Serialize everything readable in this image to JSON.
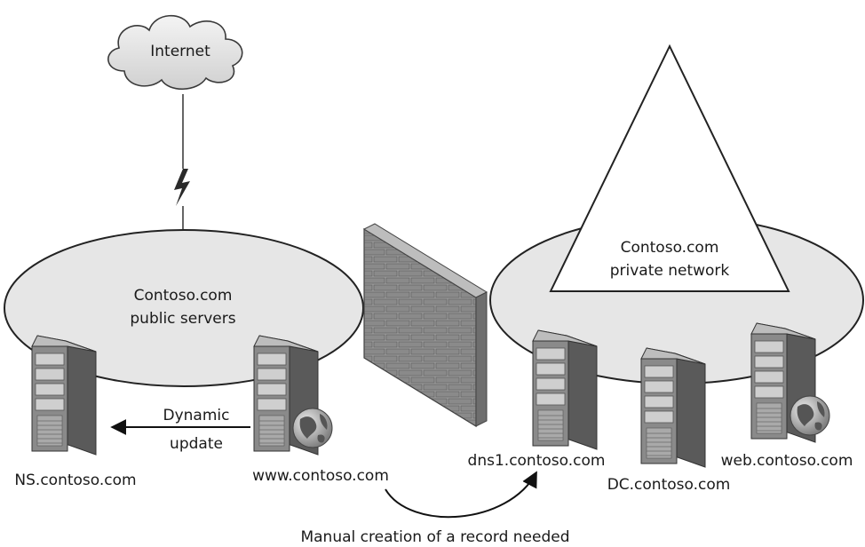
{
  "cloud": {
    "label": "Internet"
  },
  "public_zone": {
    "line1": "Contoso.com",
    "line2": "public servers"
  },
  "private_zone": {
    "line1": "Contoso.com",
    "line2": "private network"
  },
  "servers": {
    "ns": "NS.contoso.com",
    "www": "www.contoso.com",
    "dns1": "dns1.contoso.com",
    "dc": "DC.contoso.com",
    "web": "web.contoso.com"
  },
  "dynamic_update": {
    "line1": "Dynamic",
    "line2": "update"
  },
  "manual_note": "Manual creation of a record needed",
  "icons": [
    "cloud-icon",
    "lightning-icon",
    "firewall-icon",
    "server-icon",
    "globe-icon"
  ],
  "colors": {
    "zone_fill": "#e6e6e6",
    "outline": "#222222",
    "server_dark": "#6f6f6f",
    "server_light": "#b5b5b5"
  }
}
